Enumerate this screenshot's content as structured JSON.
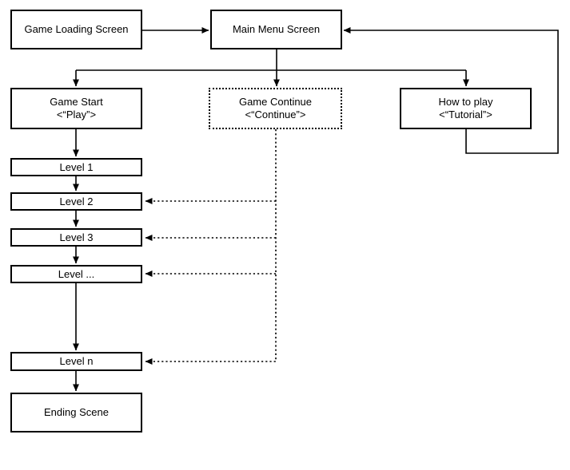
{
  "diagram": {
    "background": "#ffffff",
    "stroke_color": "#000000",
    "text_color": "#000000",
    "nodes": {
      "game_loading": {
        "label": "Game Loading Screen",
        "border": "solid"
      },
      "main_menu": {
        "label": "Main Menu Screen",
        "border": "solid"
      },
      "game_start": {
        "label": "Game Start",
        "sublabel": "<“Play”>",
        "border": "solid"
      },
      "game_continue": {
        "label": "Game Continue",
        "sublabel": "<“Continue”>",
        "border": "dotted"
      },
      "how_to_play": {
        "label": "How to play",
        "sublabel": "<“Tutorial”>",
        "border": "solid"
      },
      "level_1": {
        "label": "Level 1",
        "border": "solid"
      },
      "level_2": {
        "label": "Level 2",
        "border": "solid"
      },
      "level_3": {
        "label": "Level 3",
        "border": "solid"
      },
      "level_dots": {
        "label": "Level ...",
        "border": "solid"
      },
      "level_n": {
        "label": "Level n",
        "border": "solid"
      },
      "ending_scene": {
        "label": "Ending Scene",
        "border": "solid"
      }
    },
    "edges": [
      {
        "from": "Game Loading Screen",
        "to": "Main Menu Screen",
        "style": "solid"
      },
      {
        "from": "Main Menu Screen",
        "to": "Game Start",
        "style": "solid"
      },
      {
        "from": "Main Menu Screen",
        "to": "Game Continue",
        "style": "solid"
      },
      {
        "from": "Main Menu Screen",
        "to": "How to play",
        "style": "solid"
      },
      {
        "from": "How to play",
        "to": "Main Menu Screen",
        "style": "solid"
      },
      {
        "from": "Game Start",
        "to": "Level 1",
        "style": "solid"
      },
      {
        "from": "Level 1",
        "to": "Level 2",
        "style": "solid"
      },
      {
        "from": "Level 2",
        "to": "Level 3",
        "style": "solid"
      },
      {
        "from": "Level 3",
        "to": "Level ...",
        "style": "solid"
      },
      {
        "from": "Level ...",
        "to": "Level n",
        "style": "solid"
      },
      {
        "from": "Level n",
        "to": "Ending Scene",
        "style": "solid"
      },
      {
        "from": "Game Continue",
        "to": "Level 2",
        "style": "dotted"
      },
      {
        "from": "Game Continue",
        "to": "Level 3",
        "style": "dotted"
      },
      {
        "from": "Game Continue",
        "to": "Level ...",
        "style": "dotted"
      },
      {
        "from": "Game Continue",
        "to": "Level n",
        "style": "dotted"
      }
    ]
  }
}
